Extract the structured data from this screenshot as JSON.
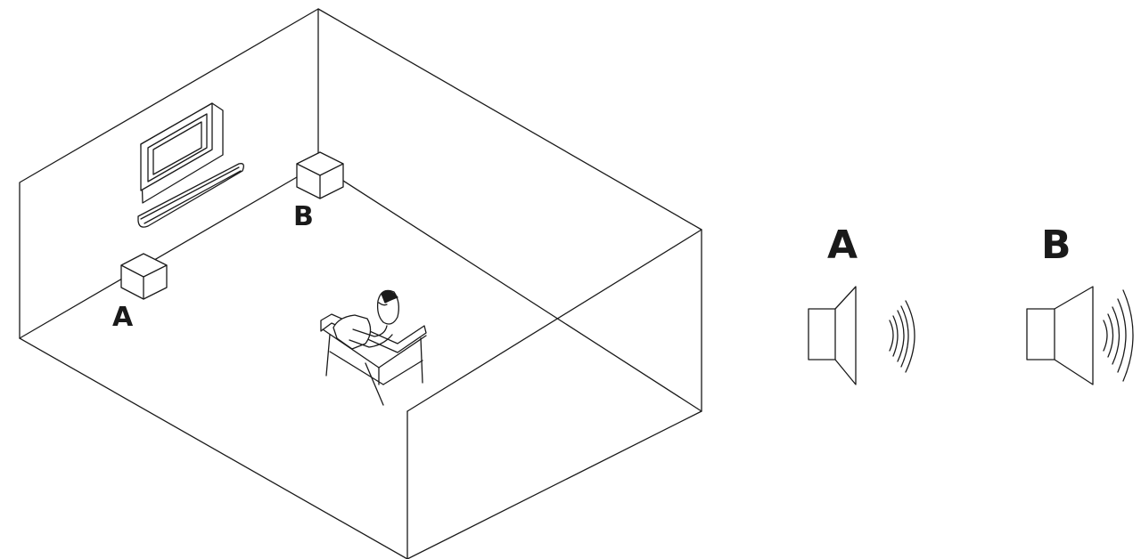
{
  "room": {
    "speaker_a_label": "A",
    "speaker_b_label": "B"
  },
  "legend": {
    "speaker_a_label": "A",
    "speaker_b_label": "B"
  },
  "colors": {
    "line": "#1a1a1a",
    "background": "#ffffff"
  },
  "icons": [
    "tv-icon",
    "soundbar-icon",
    "speaker-box-icon",
    "listener-in-chair-icon",
    "loudspeaker-icon",
    "sound-waves-icon"
  ]
}
